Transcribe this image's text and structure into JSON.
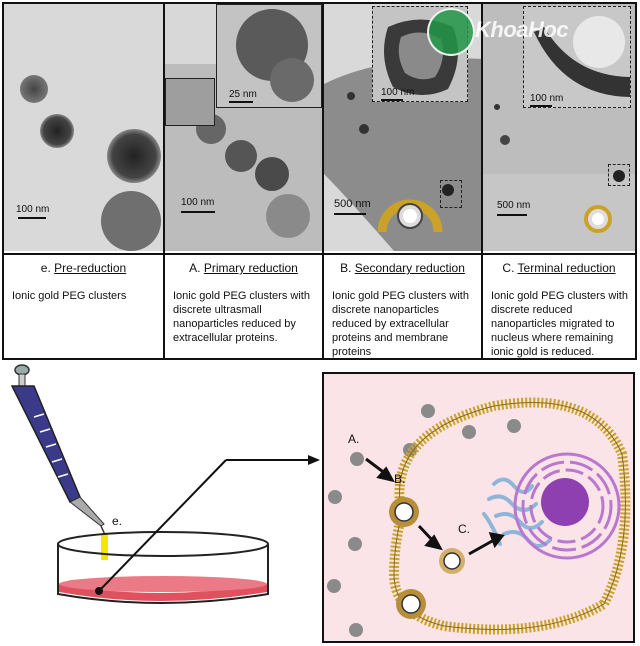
{
  "panels": [
    {
      "id": "e",
      "title_prefix": "e. ",
      "title_main": "Pre-reduction",
      "body": "Ionic gold PEG clusters",
      "scale": "100 nm",
      "inset_scale": ""
    },
    {
      "id": "A",
      "title_prefix": "A. ",
      "title_main": "Primary reduction",
      "body": "Ionic gold PEG clusters with discrete ultrasmall nanoparticles reduced by extracellular proteins.",
      "scale": "100 nm",
      "inset_scale": "25 nm"
    },
    {
      "id": "B",
      "title_prefix": "B. ",
      "title_main": "Secondary reduction",
      "body": "Ionic gold PEG clusters with discrete nanoparticles reduced by extracellular proteins and membrane proteins",
      "scale": "500 nm",
      "inset_scale": "100 nm"
    },
    {
      "id": "C",
      "title_prefix": "C. ",
      "title_main": "Terminal reduction",
      "body": "Ionic gold PEG clusters with discrete reduced nanoparticles migrated to nucleus where remaining ionic gold is reduced.",
      "scale": "500 nm",
      "inset_scale": "100 nm"
    }
  ],
  "bottom": {
    "label_e": "e.",
    "label_a": "A.",
    "label_b": "B.",
    "label_c": "C."
  },
  "watermark": {
    "text": "KhoaHoc"
  },
  "colors": {
    "membrane": "#c9a227",
    "nucleus": "#8e3fb0",
    "er": "#8fb6d8",
    "medium": "#e0515f",
    "cell_bg": "#fbe4e8"
  }
}
